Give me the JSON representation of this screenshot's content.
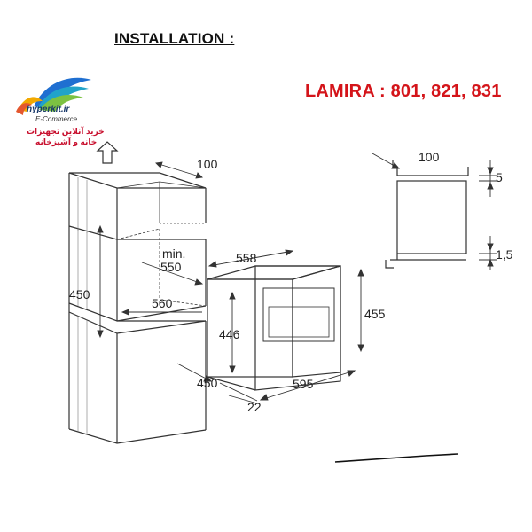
{
  "header": {
    "title": "INSTALLATION :",
    "models": "LAMIRA : 801, 821, 831"
  },
  "logo": {
    "name": "hyperkit.ir",
    "subtitle": "E-Commerce",
    "persian_line1": "خرید آنلاین تجهیزات",
    "persian_line2": "خانه و آشپزخانه",
    "colors": [
      "#1f6fd1",
      "#21a3c9",
      "#7cc242",
      "#f2a900",
      "#e4572e"
    ]
  },
  "dimensions": {
    "cabinet_top_depth": "100",
    "niche_min_label": "min.",
    "niche_min_depth": "550",
    "niche_height": "450",
    "niche_width": "560",
    "cabinet_side_depth": "450",
    "oven_depth": "558",
    "oven_body_height": "446",
    "oven_front_height": "455",
    "oven_width": "595",
    "oven_front_thickness": "22",
    "side_top_gap": "100",
    "side_top_offset": "5",
    "side_bottom_offset": "1,5"
  },
  "colors": {
    "model_text": "#d4141a",
    "line": "#333333"
  }
}
